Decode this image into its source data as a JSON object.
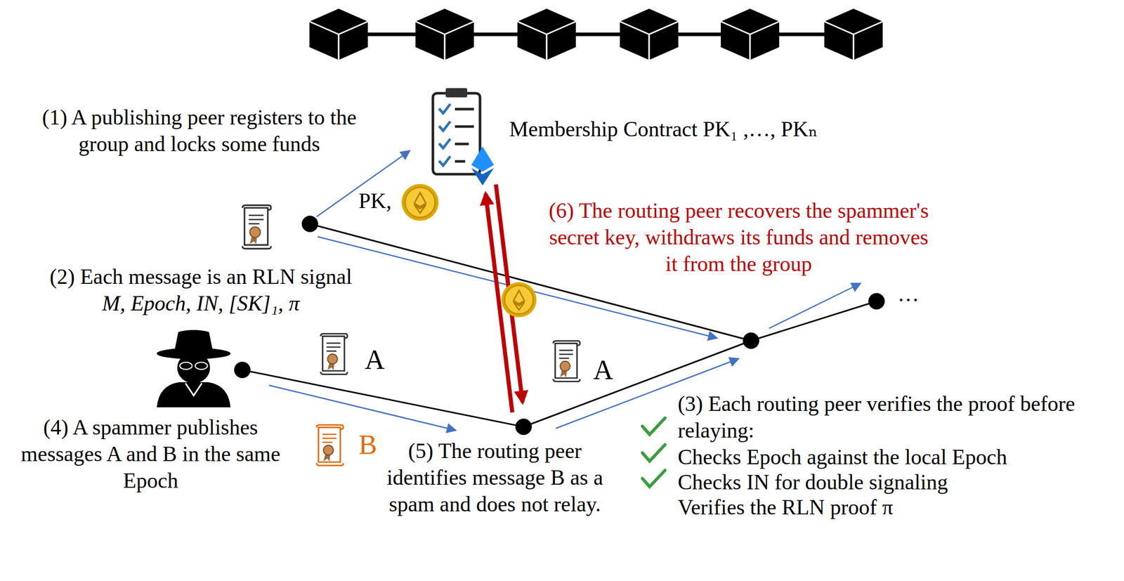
{
  "diagram": {
    "labels": [
      "(1) A publishing peer registers to the group and locks some funds",
      "Membership Contract PK₁ ,…, PKₙ",
      "PK,",
      "(6) The routing peer recovers the spammer's secret key, withdraws its funds and removes it from the group",
      "(2) Each message is an RLN signal",
      "M, Epoch, IN, [SK]₁, π",
      "…",
      "A",
      "B",
      "A",
      "(4) A spammer publishes messages A and B in the same Epoch",
      "(5) The routing peer identifies message B as a spam and does not relay.",
      "(3) Each routing peer verifies the proof before relaying:",
      "Checks Epoch against the local Epoch",
      "Checks IN for double signaling",
      "Verifies the RLN proof π"
    ]
  }
}
